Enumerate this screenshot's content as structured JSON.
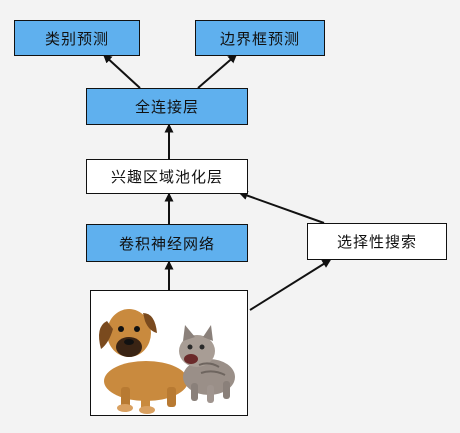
{
  "nodes": {
    "class_pred": "类别预测",
    "bbox_pred": "边界框预测",
    "fc": "全连接层",
    "roi_pool": "兴趣区域池化层",
    "cnn": "卷积神经网络",
    "selective_search": "选择性搜索"
  },
  "colors": {
    "blue_fill": "#5fb0ee",
    "white_fill": "#ffffff",
    "stroke": "#111111",
    "background": "#f3f3f3"
  },
  "image": {
    "content": [
      "dog",
      "cat"
    ]
  }
}
